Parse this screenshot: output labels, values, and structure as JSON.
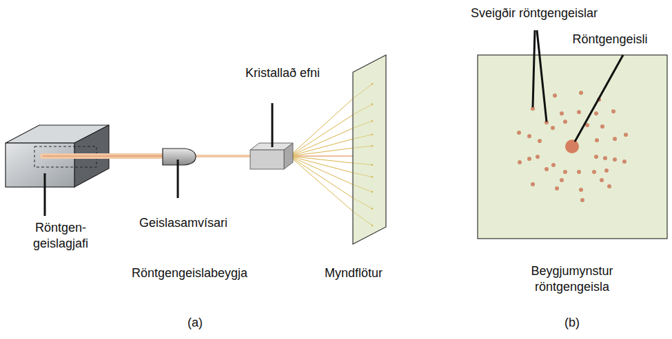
{
  "diagram": {
    "labels": [
      "Röntgen- geislagjafi",
      "Geislasamvísari",
      "Kristallað efni",
      "Röntgengeislabeygja",
      "Myndflötur",
      "Sveigðir röntgengeislar",
      "Röntgengeisli",
      "Beygjumynstur röntgengeisla",
      "(a)",
      "(b)"
    ]
  }
}
